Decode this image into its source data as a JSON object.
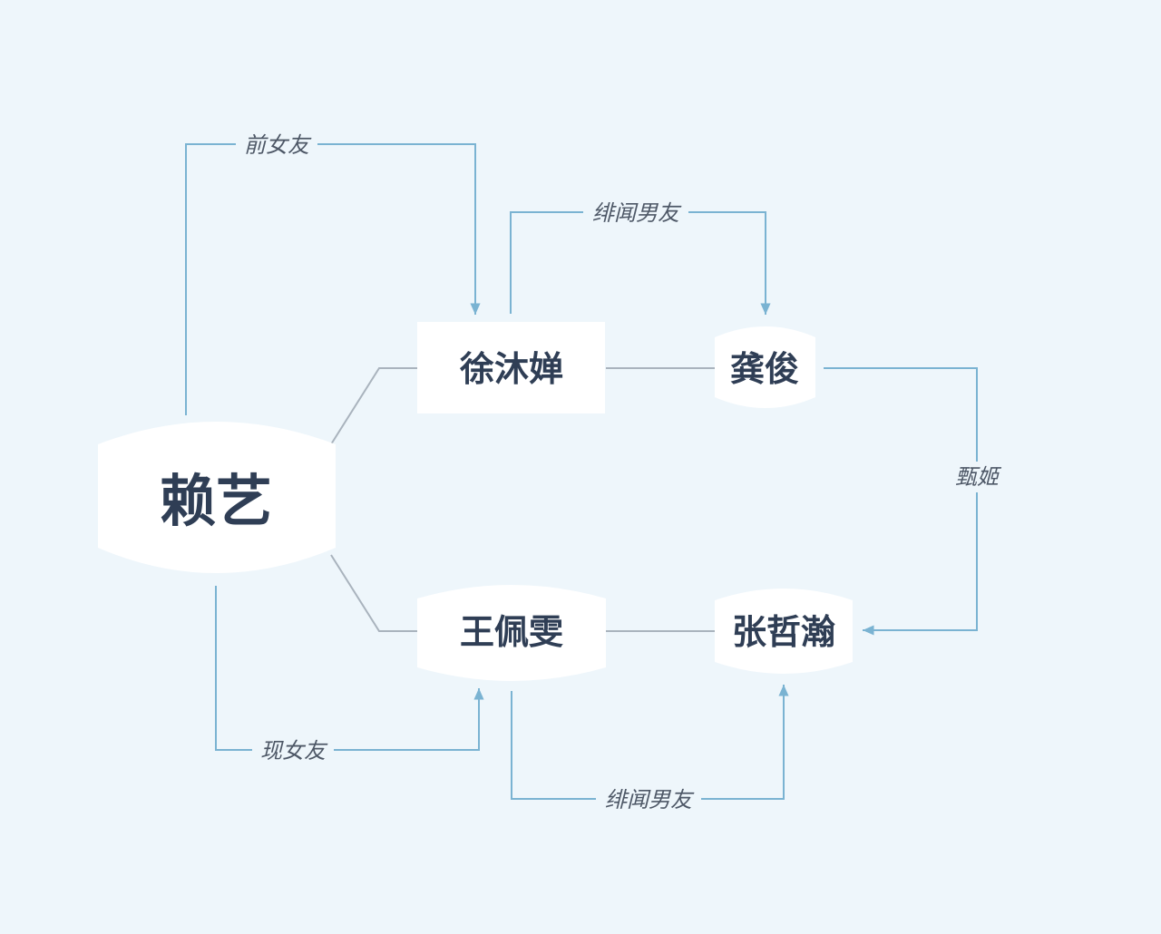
{
  "nodes": {
    "root": {
      "label": "赖艺"
    },
    "xu": {
      "label": "徐沐婵"
    },
    "gong": {
      "label": "龚俊"
    },
    "wang": {
      "label": "王佩雯"
    },
    "zhang": {
      "label": "张哲瀚"
    }
  },
  "relations": {
    "root_xu": {
      "label": "前女友"
    },
    "xu_gong": {
      "label": "绯闻男友"
    },
    "gong_zhang": {
      "label": "甄姬"
    },
    "root_wang": {
      "label": "现女友"
    },
    "wang_zhang": {
      "label": "绯闻男友"
    }
  },
  "colors": {
    "background": "#eef6fb",
    "relation_line": "#7ab3d2",
    "tree_line": "#a9b3bd",
    "node_fill": "#ffffff",
    "node_text": "#2f3e55"
  }
}
